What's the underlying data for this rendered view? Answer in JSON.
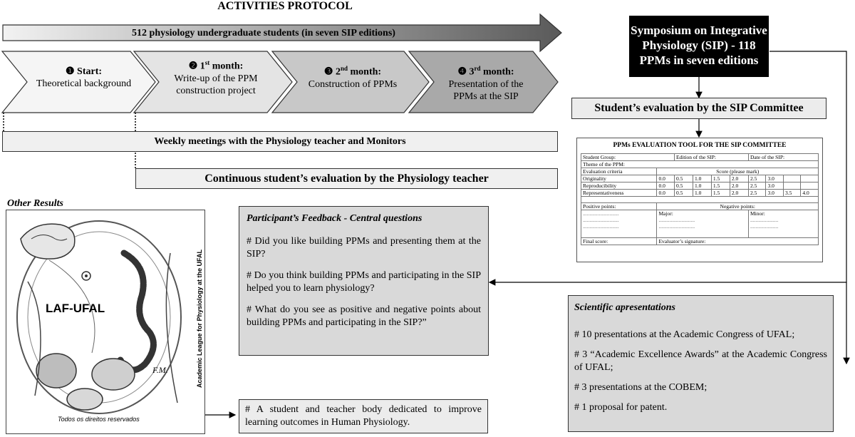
{
  "protocol_title": "ACTIVITIES PROTOCOL",
  "arrow_banner": "512 physiology undergraduate students (in seven SIP editions)",
  "steps": [
    {
      "num": "❶",
      "title": "Start:",
      "sup": "",
      "title_rest": "",
      "text": "Theoretical background"
    },
    {
      "num": "❷",
      "title": "1",
      "sup": "st",
      "title_rest": " month:",
      "text": "Write-up of the PPM construction project"
    },
    {
      "num": "❸",
      "title": "2",
      "sup": "nd",
      "title_rest": " month:",
      "text": "Construction of PPMs"
    },
    {
      "num": "❹",
      "title": "3",
      "sup": "rd",
      "title_rest": " month:",
      "text": "Presentation of the PPMs at the SIP"
    }
  ],
  "weekly_meetings": "Weekly meetings with the Physiology teacher and Monitors",
  "continuous_eval": "Continuous student’s evaluation by the Physiology teacher",
  "symposium": "Symposium on Integrative Physiology (SIP)  - 118 PPMs in seven editions",
  "committee_eval": "Student’s evaluation by the SIP Committee",
  "eval_tool": {
    "title": "PPMs EVALUATION TOOL FOR THE SIP COMMITTEE",
    "student_group": "Student Group:",
    "edition": "Edition of the SIP:",
    "date": "Date of the SIP:",
    "theme": "Theme of the PPM:",
    "criteria_header": "Evaluation criteria",
    "score_header": "Score (please mark)",
    "criteria": [
      {
        "name": "Originality",
        "scores": [
          "0.0",
          "0.5",
          "1.0",
          "1.5",
          "2.0",
          "2.5",
          "3.0",
          "",
          ""
        ]
      },
      {
        "name": "Reproducibility",
        "scores": [
          "0.0",
          "0.5",
          "1.0",
          "1.5",
          "2.0",
          "2.5",
          "3.0",
          "",
          ""
        ]
      },
      {
        "name": "Representativeness",
        "scores": [
          "0.0",
          "0.5",
          "1.0",
          "1.5",
          "2.0",
          "2.5",
          "3.0",
          "3.5",
          "4.0"
        ]
      }
    ],
    "positive": "Positive points:",
    "negative": "Negative points:",
    "major": "Major:",
    "minor": "Minor:",
    "final_score": "Final score:",
    "signature": "Evaluator’s signature:"
  },
  "other_results": "Other Results",
  "logo": {
    "name": "LAF-UFAL",
    "side_text": "Academic League for Physiology at the UFAL",
    "rights": "Todos os direitos reservados",
    "signature": "F.M."
  },
  "feedback": {
    "title": "Participant’s Feedback - Central questions",
    "questions": [
      "# Did you like building PPMs and presenting them at the SIP?",
      "# Do you think building PPMs and participating in the SIP helped you to learn physiology?",
      "# What do you see as positive and negative points about building PPMs and participating in the SIP?”"
    ]
  },
  "outcome": "# A student and teacher body dedicated to improve learning outcomes in Human Physiology.",
  "scientific": {
    "title": "Scientific apresentations",
    "items": [
      "# 10 presentations at  the Academic Congress of UFAL;",
      "# 3 “Academic Excellence Awards” at the Academic Congress of UFAL;",
      "# 3 presentations  at the COBEM;",
      "# 1 proposal for patent."
    ]
  },
  "colors": {
    "step1": "#f5f5f5",
    "step2": "#e4e4e4",
    "step3": "#c8c8c8",
    "step4": "#a9a9a9",
    "panel": "#d9d9d9",
    "black": "#000000"
  }
}
